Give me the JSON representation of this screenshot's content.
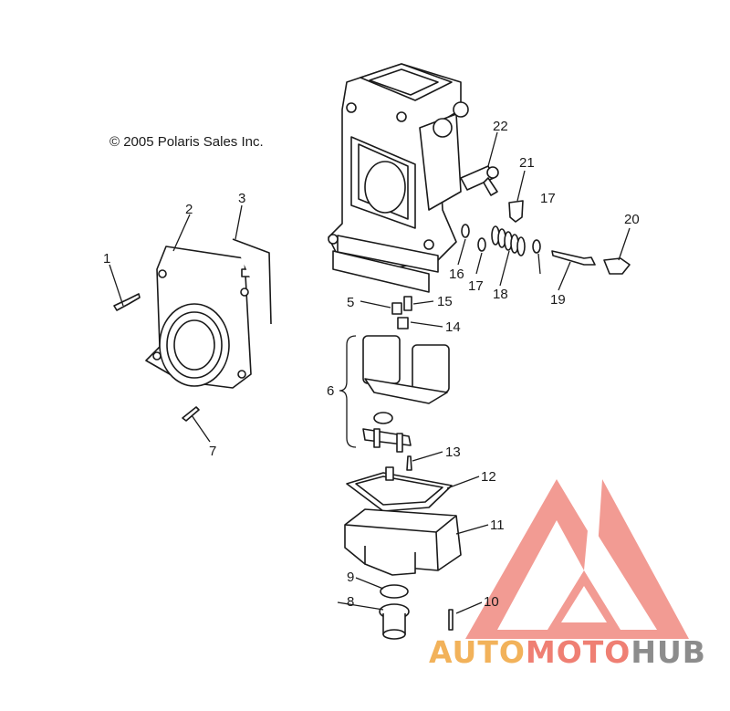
{
  "copyright": "© 2005 Polaris Sales Inc.",
  "callouts": [
    "1",
    "2",
    "3",
    "5",
    "6",
    "7",
    "8",
    "9",
    "10",
    "11",
    "12",
    "13",
    "14",
    "15",
    "16",
    "17",
    "17",
    "18",
    "19",
    "20",
    "21",
    "22"
  ],
  "watermark": {
    "part1": "AUTO",
    "part2": "MOTO",
    "part3": "HUB"
  },
  "colors": {
    "line": "#1a1a1a",
    "watermark_red": "#e84a3c",
    "watermark_orange": "#f2b25a",
    "watermark_gray": "#8c8c8c"
  }
}
